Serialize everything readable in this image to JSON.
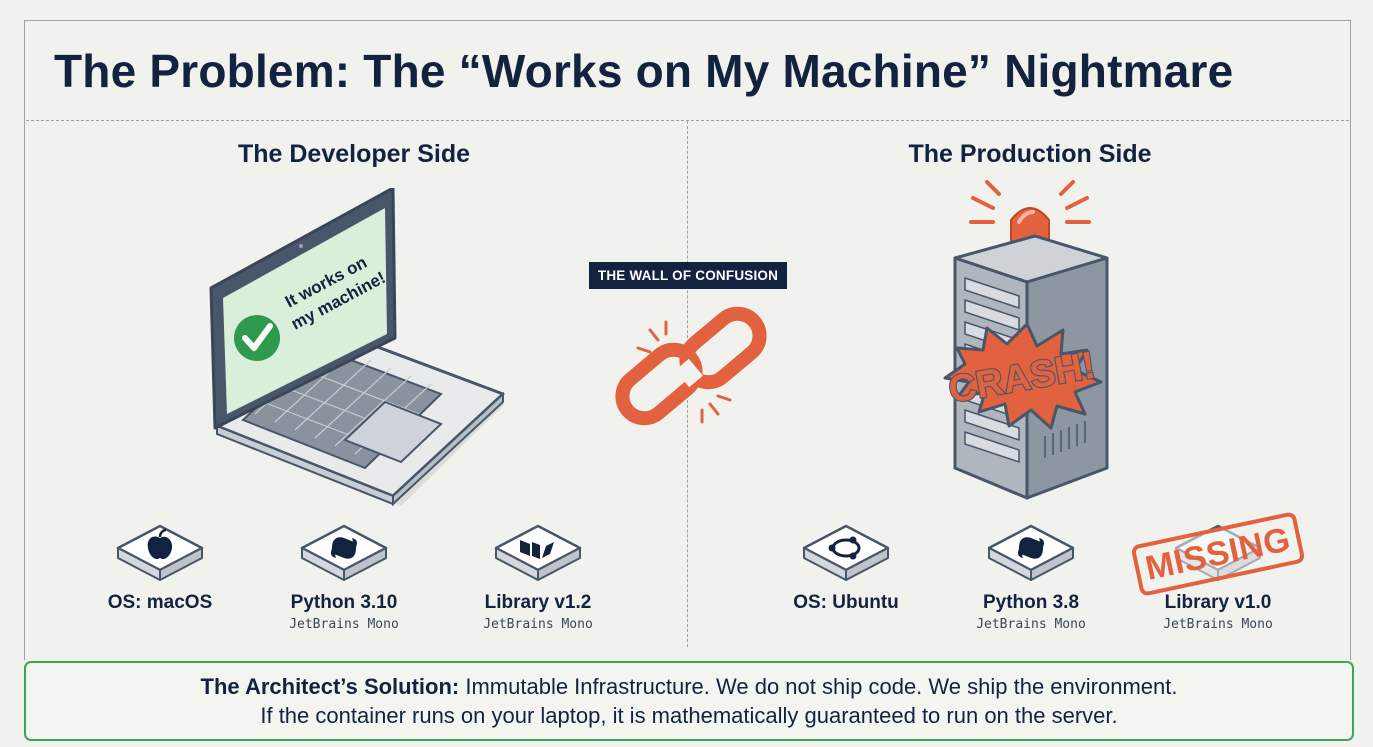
{
  "title": "The Problem: The “Works on My Machine” Nightmare",
  "developer": {
    "heading": "The Developer Side",
    "screen_text_line1": "It works on",
    "screen_text_line2": "my machine!",
    "items": [
      {
        "icon": "apple-icon",
        "label": "OS: macOS",
        "sub": ""
      },
      {
        "icon": "python-icon",
        "label": "Python 3.10",
        "sub": "JetBrains Mono"
      },
      {
        "icon": "library-icon",
        "label": "Library v1.2",
        "sub": "JetBrains Mono"
      }
    ]
  },
  "wall": {
    "label": "THE WALL OF CONFUSION"
  },
  "production": {
    "heading": "The Production Side",
    "crash_text": "CRASH!",
    "missing_stamp": "MISSING",
    "items": [
      {
        "icon": "ubuntu-icon",
        "label": "OS: Ubuntu",
        "sub": ""
      },
      {
        "icon": "python-icon",
        "label": "Python 3.8",
        "sub": "JetBrains Mono"
      },
      {
        "icon": "library-icon",
        "label": "Library v1.0",
        "sub": "JetBrains Mono"
      }
    ]
  },
  "solution": {
    "bold_prefix": "The Architect’s Solution:",
    "line1_rest": " Immutable Infrastructure. We do not ship code. We ship the environment.",
    "line2": "If the container runs on your laptop, it is mathematically guaranteed to run on the server."
  },
  "colors": {
    "navy": "#13233f",
    "orange": "#e2613e",
    "green": "#3fa45a",
    "screen_green": "#d9efd9"
  }
}
